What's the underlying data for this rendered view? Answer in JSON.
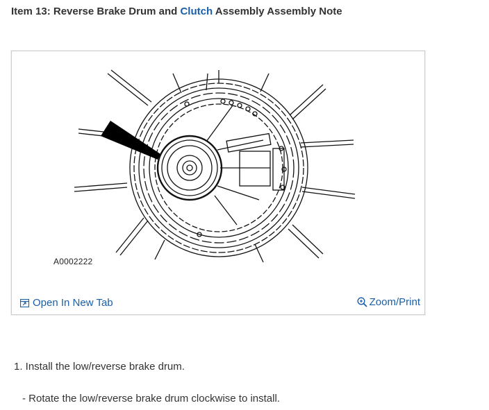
{
  "header": {
    "title_prefix": "Item 13: Reverse Brake Drum and ",
    "title_link": "Clutch",
    "title_suffix": " Assembly Assembly Note"
  },
  "figure": {
    "label": "A0002222",
    "open_tab_label": "Open In New Tab",
    "zoom_label": "Zoom/Print",
    "icons": {
      "open_tab": "open-new-tab-icon",
      "zoom": "magnifier-zoom-icon"
    }
  },
  "instructions": {
    "step_1": "1. Install the low/reverse brake drum.",
    "step_1_sub": "- Rotate the low/reverse brake drum clockwise to install."
  },
  "colors": {
    "link": "#1a5fa8",
    "text": "#333333",
    "border": "#cfcfcf"
  }
}
